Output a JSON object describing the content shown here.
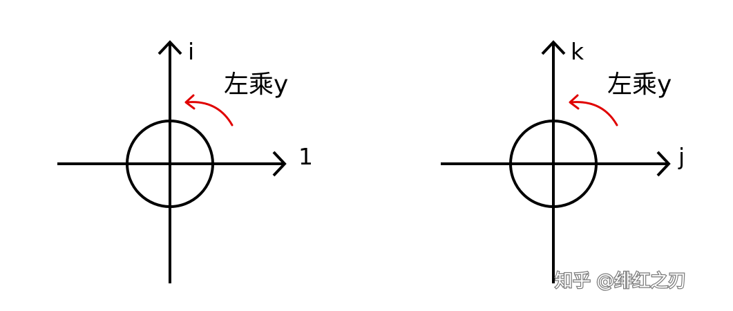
{
  "diagrams": [
    {
      "horizontal_axis_label": "1",
      "vertical_axis_label": "i",
      "rotation_label": "左乘y"
    },
    {
      "horizontal_axis_label": "j",
      "vertical_axis_label": "k",
      "rotation_label": "左乘y"
    }
  ],
  "watermark": "知乎 @绯红之刃",
  "colors": {
    "axes": "#000000",
    "rotation_arrow": "#e00000",
    "background": "#ffffff"
  }
}
